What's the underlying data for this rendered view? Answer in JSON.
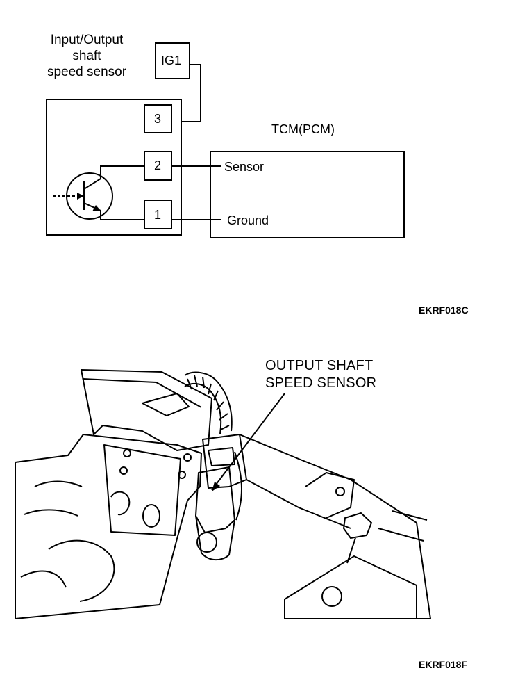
{
  "wiring_diagram": {
    "sensor_title_line1": "Input/Output",
    "sensor_title_line2": "shaft",
    "sensor_title_line3": "speed sensor",
    "power_label": "IG1",
    "pins": [
      "3",
      "2",
      "1"
    ],
    "module_title": "TCM(PCM)",
    "sensor_terminal": "Sensor",
    "ground_terminal": "Ground",
    "figure_code": "EKRF018C"
  },
  "location_illustration": {
    "callout_line1": "OUTPUT SHAFT",
    "callout_line2": "SPEED SENSOR",
    "figure_code": "EKRF018F"
  }
}
